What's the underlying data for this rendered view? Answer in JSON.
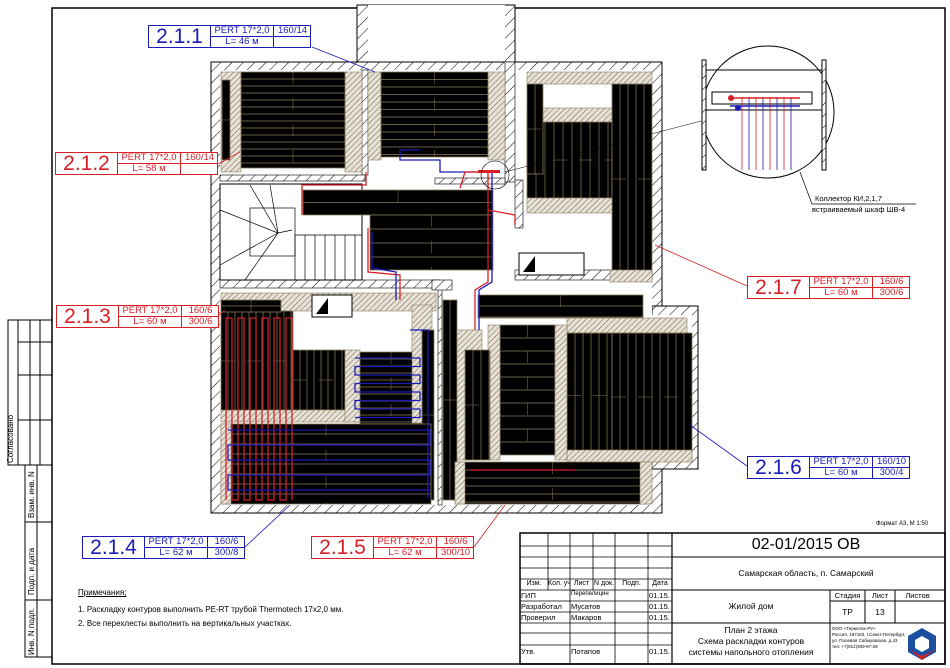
{
  "colors": {
    "red": "#d81f26",
    "blue": "#1a1ab8",
    "panel": "#000000",
    "panel_line": "#8a7d5c"
  },
  "labels": [
    {
      "id": "2.1.1",
      "pipe": "PERT 17*2,0",
      "length": "L= 46 м",
      "c1": "160/14",
      "c2": "",
      "color": "blue"
    },
    {
      "id": "2.1.2",
      "pipe": "PERT 17*2,0",
      "length": "L= 58 м",
      "c1": "160/14",
      "c2": "",
      "color": "red"
    },
    {
      "id": "2.1.3",
      "pipe": "PERT 17*2,0",
      "length": "L= 60 м",
      "c1": "160/6",
      "c2": "300/6",
      "color": "red"
    },
    {
      "id": "2.1.4",
      "pipe": "PERT 17*2,0",
      "length": "L= 62 м",
      "c1": "160/6",
      "c2": "300/8",
      "color": "blue"
    },
    {
      "id": "2.1.5",
      "pipe": "PERT 17*2,0",
      "length": "L= 62 м",
      "c1": "160/6",
      "c2": "300/10",
      "color": "red"
    },
    {
      "id": "2.1.6",
      "pipe": "PERT 17*2,0",
      "length": "L= 60 м",
      "c1": "160/10",
      "c2": "300/4",
      "color": "blue"
    },
    {
      "id": "2.1.7",
      "pipe": "PERT 17*2,0",
      "length": "L= 60 м",
      "c1": "160/6",
      "c2": "300/6",
      "color": "red"
    }
  ],
  "collector": {
    "line1": "Коллектор КИ,2,1,7",
    "line2": "встраиваемый шкаф ШВ-4"
  },
  "format": "Формат А3, М 1:50",
  "notes": {
    "title": "Примечания;",
    "items": [
      "1. Раскладку контуров выполнить PE-RT трубой Thermotech 17x2,0 мм.",
      "2. Все перехлесты выполнить на вертикальных участках."
    ]
  },
  "side_stamp": {
    "agreed": "Согласовано",
    "swap": "Взам. инв. N",
    "sign_date": "Подп. и дата",
    "inv": "Инв. N подл."
  },
  "title_block": {
    "code": "02-01/2015 ОВ",
    "address": "Самарская область, п. Самарский",
    "object": "Жилой дом",
    "sheet_title": [
      "План 2 этажа",
      "Схема раскладки контуров",
      "системы напольного отопления"
    ],
    "headers": [
      "Изм.",
      "Кол. уч",
      "Лист",
      "N док.",
      "Подп.",
      "Дата"
    ],
    "rows": [
      {
        "role": "ГИП",
        "name": "Перепелицин",
        "date": "01.15."
      },
      {
        "role": "Разработал",
        "name": "Мусатов",
        "date": "01.15."
      },
      {
        "role": "Проверил",
        "name": "Макаров",
        "date": "01.15."
      },
      {
        "role": "Утв.",
        "name": "Потапов",
        "date": "01.15."
      }
    ],
    "stage_label": "Стадия",
    "sheet_label": "Лист",
    "sheets_label": "Листов",
    "stage": "ТР",
    "sheet": "13",
    "company": [
      "ООО «Термотех-РУ»",
      "Россия, 197183, г.Санкт-Петербург,",
      "ул. Полевая Сабировская, д.43",
      "тел: +7(812)309-87-28"
    ]
  }
}
